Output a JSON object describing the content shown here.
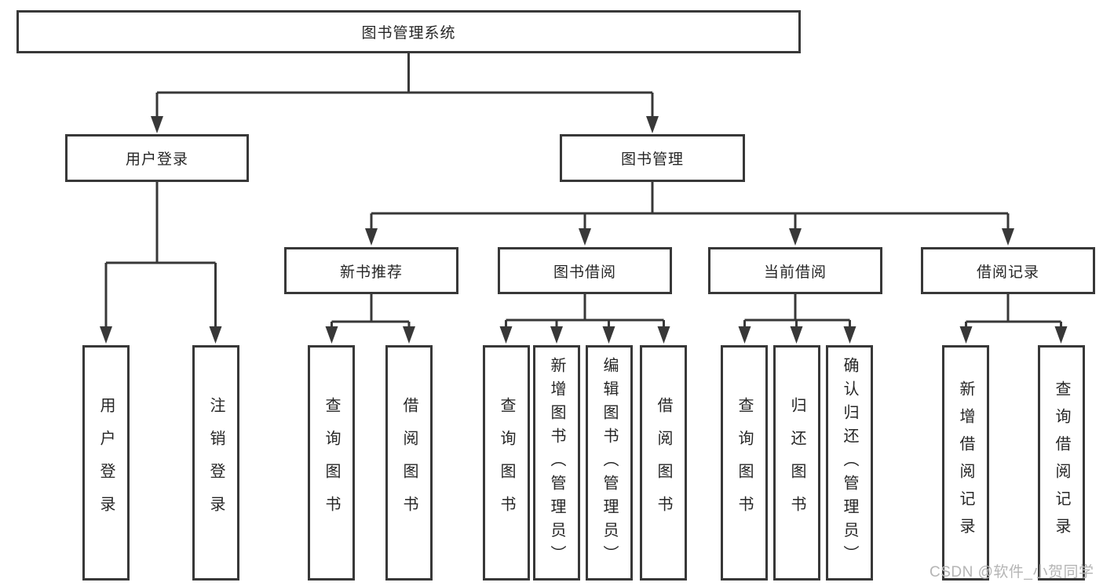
{
  "tree": {
    "root": {
      "label": "图书管理系统",
      "children": [
        {
          "label": "用户登录",
          "children": [
            {
              "label": "用户登录"
            },
            {
              "label": "注销登录"
            }
          ]
        },
        {
          "label": "图书管理",
          "children": [
            {
              "label": "新书推荐",
              "children": [
                {
                  "label": "查询图书"
                },
                {
                  "label": "借阅图书"
                }
              ]
            },
            {
              "label": "图书借阅",
              "children": [
                {
                  "label": "查询图书"
                },
                {
                  "label": "新增图书（管理员）"
                },
                {
                  "label": "编辑图书（管理员）"
                },
                {
                  "label": "借阅图书"
                }
              ]
            },
            {
              "label": "当前借阅",
              "children": [
                {
                  "label": "查询图书"
                },
                {
                  "label": "归还图书"
                },
                {
                  "label": "确认归还（管理员）"
                }
              ]
            },
            {
              "label": "借阅记录",
              "children": [
                {
                  "label": "新增借阅记录"
                },
                {
                  "label": "查询借阅记录"
                }
              ]
            }
          ]
        }
      ]
    }
  },
  "watermark": "CSDN @软件_小贺同学",
  "colors": {
    "line": "#383838",
    "border": "#383838",
    "text": "#262626",
    "watermark": "#b5b5b5",
    "background": "#ffffff"
  }
}
